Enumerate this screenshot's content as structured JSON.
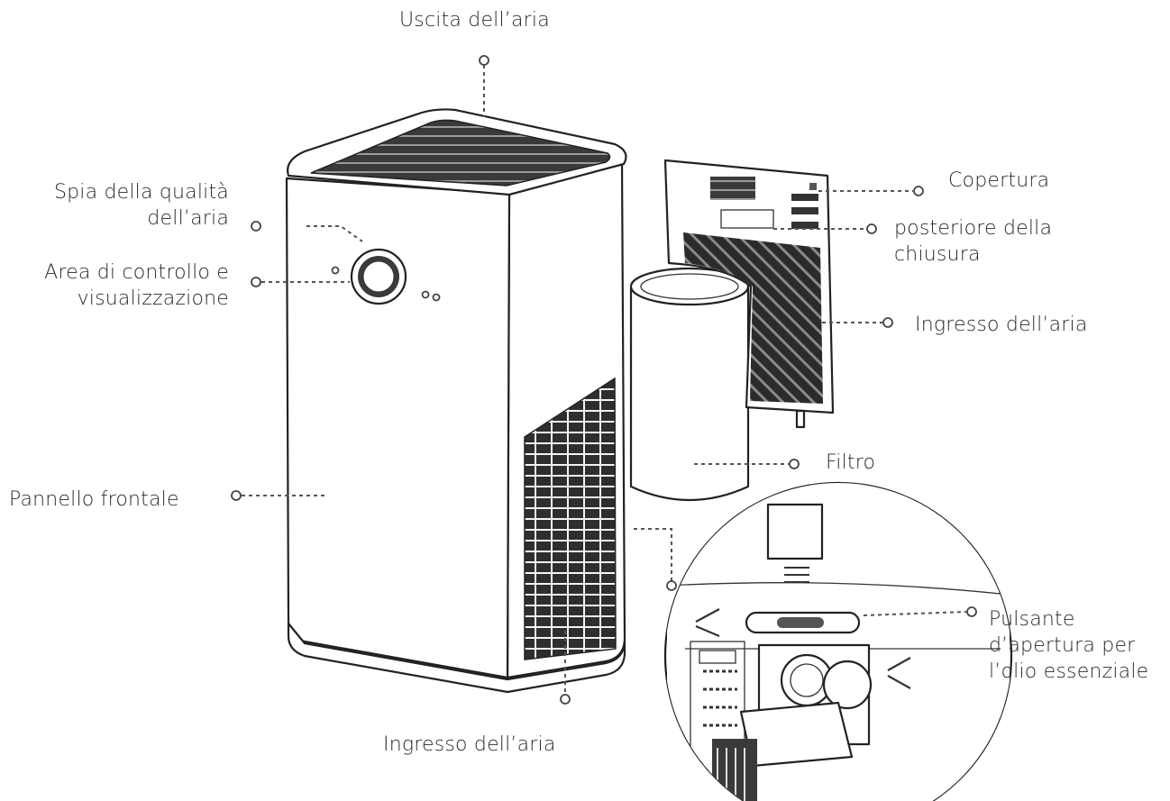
{
  "labels": {
    "air_outlet": "Uscita dell’aria",
    "quality_light_l1": "Spia della qualità",
    "quality_light_l2": "dell’aria",
    "control_area_l1": "Area di controllo e",
    "control_area_l2": "visualizzazione",
    "front_panel": "Pannello frontale",
    "air_inlet_bottom": "Ingresso dell’aria",
    "cover": "Copertura",
    "rear_cover_l1": "posteriore della",
    "rear_cover_l2": "chiusura",
    "air_inlet_side": "Ingresso dell’aria",
    "filter": "Filtro",
    "oil_button_l1": "Pulsante",
    "oil_button_l2": "d’apertura per",
    "oil_button_l3": "l’olio essenziale"
  },
  "colors": {
    "outline": "#222222",
    "text": "#2a2a2a",
    "grille": "#2e2e2e"
  }
}
